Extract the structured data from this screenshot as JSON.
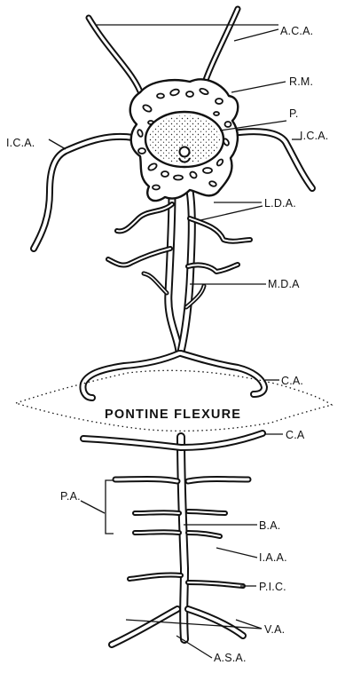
{
  "labels": {
    "aca": "A.C.A.",
    "rm": "R.M.",
    "p": "P.",
    "ica_left": "I.C.A.",
    "ica_right": "I.C.A.",
    "lda": "L.D.A.",
    "mda": "M.D.A",
    "ca_upper": "C.A.",
    "pontine_flexure": "PONTINE FLEXURE",
    "ca_lower": "C.A",
    "pa": "P.A.",
    "ba": "B.A.",
    "iaa": "I.A.A.",
    "pic": "P.I.C.",
    "va": "V.A.",
    "asa": "A.S.A."
  }
}
